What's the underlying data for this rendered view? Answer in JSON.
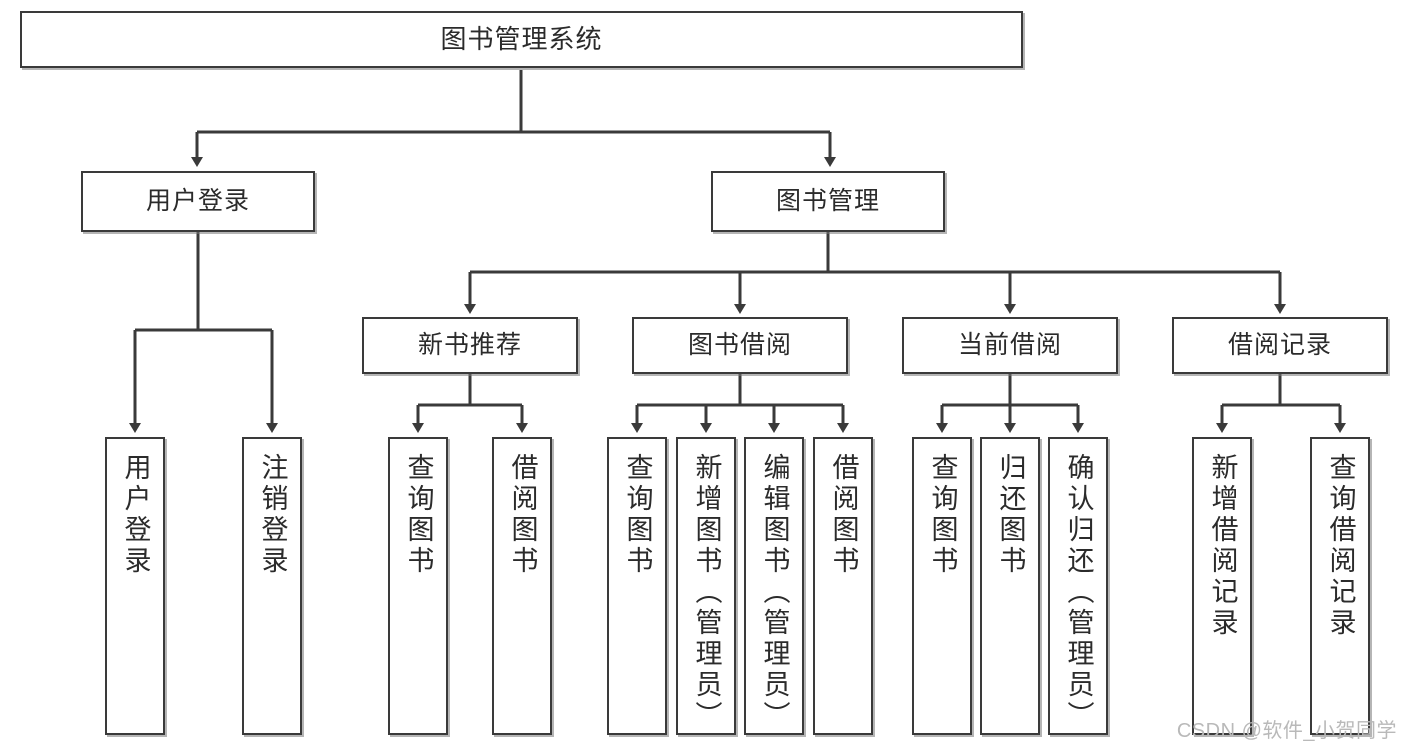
{
  "diagram": {
    "title": "图书管理系统",
    "root": {
      "label": "图书管理系统"
    },
    "level2": [
      {
        "label": "用户登录"
      },
      {
        "label": "图书管理"
      }
    ],
    "level3": [
      {
        "label": "新书推荐"
      },
      {
        "label": "图书借阅"
      },
      {
        "label": "当前借阅"
      },
      {
        "label": "借阅记录"
      }
    ],
    "leaves": [
      {
        "label": "用户登录"
      },
      {
        "label": "注销登录"
      },
      {
        "label": "查询图书"
      },
      {
        "label": "借阅图书"
      },
      {
        "label": "查询图书"
      },
      {
        "label": "新增图书（管理员）"
      },
      {
        "label": "编辑图书（管理员）"
      },
      {
        "label": "借阅图书"
      },
      {
        "label": "查询图书"
      },
      {
        "label": "归还图书"
      },
      {
        "label": "确认归还（管理员）"
      },
      {
        "label": "新增借阅记录"
      },
      {
        "label": "查询借阅记录"
      }
    ],
    "colors": {
      "stroke": "#3a3a3a",
      "fill": "#ffffff",
      "text": "#2b2b2b",
      "watermark": "#b9b9b9"
    }
  },
  "watermark": {
    "text": "CSDN @软件_小贺同学"
  }
}
